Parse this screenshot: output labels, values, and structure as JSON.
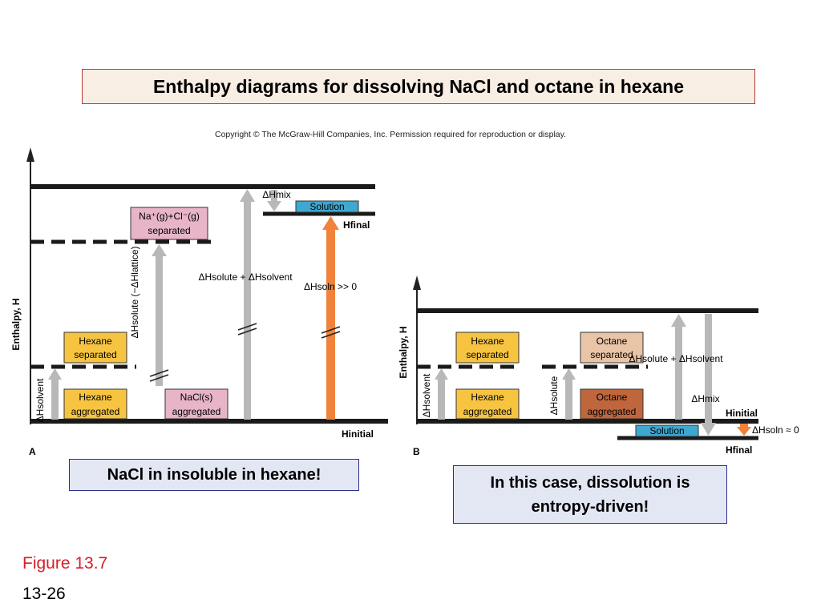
{
  "slide": {
    "title": "Enthalpy diagrams for dissolving NaCl and octane in hexane",
    "copyright": "Copyright © The McGraw-Hill Companies, Inc. Permission required for reproduction or display.",
    "note_a": "NaCl in insoluble in hexane!",
    "note_b_line1": "In this case, dissolution is",
    "note_b_line2": "entropy-driven!",
    "figure_label": "Figure 13.7",
    "page_number": "13-26"
  },
  "colors": {
    "title_border": "#b5392e",
    "title_bg": "#f8eee3",
    "note_border": "#2c2c8c",
    "note_bg": "#e3e6f3",
    "figure_label": "#d41f26",
    "hexane_box": "#f7c441",
    "nacl_box": "#e7b4c8",
    "octane_sep_box": "#e9c4a6",
    "octane_agg_box": "#c0663d",
    "solution_box": "#3fa8d0",
    "gray_arrow": "#b8b8b8",
    "orange_arrow": "#f0823a"
  },
  "diagram_a": {
    "panel_label": "A",
    "y_axis_label": "Enthalpy, H",
    "boxes": {
      "na_cl_sep_1": "Na⁺(g)+Cl⁻(g)",
      "na_cl_sep_2": "separated",
      "hexane_sep_1": "Hexane",
      "hexane_sep_2": "separated",
      "hexane_agg_1": "Hexane",
      "hexane_agg_2": "aggregated",
      "nacl_agg_1": "NaCl(s)",
      "nacl_agg_2": "aggregated",
      "solution": "Solution"
    },
    "labels": {
      "dh_solvent": "ΔHsolvent",
      "dh_solute_lattice": "ΔHsolute (−ΔHlattice)",
      "dh_solute_plus_solvent": "ΔHsolute + ΔHsolvent",
      "dh_mix": "ΔHmix",
      "dh_soln": "ΔHsoln >> 0",
      "h_final": "Hfinal",
      "h_initial": "Hinitial"
    }
  },
  "diagram_b": {
    "panel_label": "B",
    "y_axis_label": "Enthalpy, H",
    "boxes": {
      "hexane_sep_1": "Hexane",
      "hexane_sep_2": "separated",
      "octane_sep_1": "Octane",
      "octane_sep_2": "separated",
      "hexane_agg_1": "Hexane",
      "hexane_agg_2": "aggregated",
      "octane_agg_1": "Octane",
      "octane_agg_2": "aggregated",
      "solution": "Solution"
    },
    "labels": {
      "dh_solvent": "ΔHsolvent",
      "dh_solute": "ΔHsolute",
      "dh_solute_plus_solvent": "ΔHsolute + ΔHsolvent",
      "dh_mix": "ΔHmix",
      "dh_soln": "ΔHsoln ≈ 0",
      "h_initial": "Hinitial",
      "h_final": "Hfinal"
    }
  }
}
